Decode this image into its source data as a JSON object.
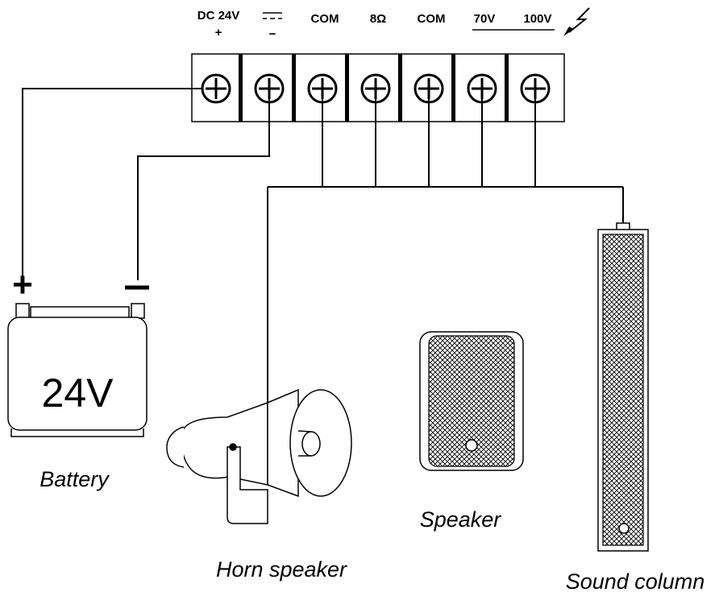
{
  "terminal_labels": {
    "dc24v": "DC 24V",
    "plus_sign": "+",
    "minus_sign": "−",
    "com1": "COM",
    "ohm8": "8Ω",
    "com2": "COM",
    "v70": "70V",
    "v100": "100V"
  },
  "battery": {
    "voltage": "24V",
    "plus_sign": "+",
    "minus_sign": "−",
    "caption": "Battery"
  },
  "captions": {
    "horn": "Horn speaker",
    "speaker": "Speaker",
    "column": "Sound column"
  },
  "icons": {
    "dc_symbol": "dc-symbol-icon",
    "high_voltage": "lightning-icon",
    "terminal_screw": "screw-terminal-icon"
  },
  "colors": {
    "line": "#000000",
    "background": "#ffffff"
  }
}
